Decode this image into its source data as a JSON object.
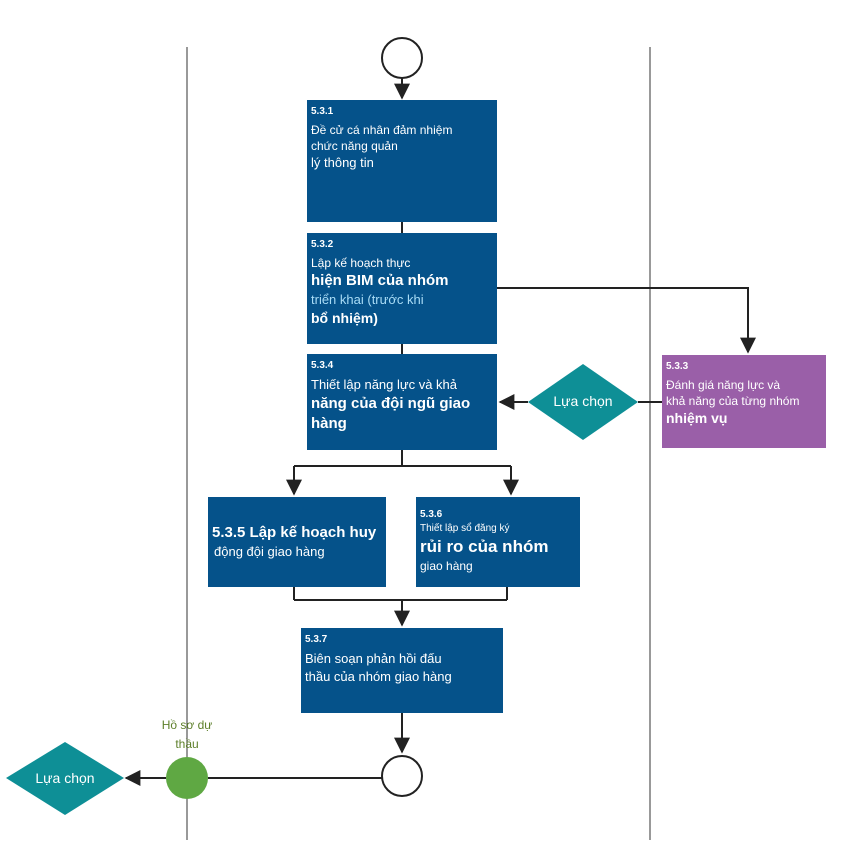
{
  "colors": {
    "process": "#05528a",
    "process_alt": "#9a5fa8",
    "decision": "#0e8f96",
    "document": "#5fa843",
    "line": "#222222"
  },
  "diagram": {
    "b531": {
      "code": "5.3.1",
      "lines": [
        "Đề cử cá nhân đảm nhiệm",
        "chức năng quản",
        "lý thông tin"
      ]
    },
    "b532": {
      "code": "5.3.2",
      "lines": [
        "Lập kế hoạch thực",
        "hiện BIM của nhóm",
        "triển khai (trước khi",
        "bổ nhiệm)"
      ]
    },
    "b533": {
      "code": "5.3.3",
      "lines": [
        "Đánh giá năng lực và",
        "khả năng của từng nhóm",
        "nhiệm vụ"
      ]
    },
    "b534": {
      "code": "5.3.4",
      "lines": [
        "Thiết lập năng lực và khả",
        "năng của đội ngũ giao",
        "hàng"
      ]
    },
    "b535": {
      "lines": [
        "5.3.5 Lập kế hoạch huy",
        "động đội giao hàng"
      ]
    },
    "b536": {
      "code": "5.3.6",
      "lines": [
        "Thiết lập sổ đăng ký",
        "rủi ro của nhóm",
        "giao hàng"
      ]
    },
    "b537": {
      "code": "5.3.7",
      "lines": [
        "Biên soạn phản hồi đấu",
        "thầu của nhóm giao hàng"
      ]
    },
    "decision_right": {
      "label": "Lựa chọn"
    },
    "decision_left": {
      "label": "Lựa chọn"
    },
    "document_node": {
      "lines": [
        "Hồ sơ dự",
        "thầu"
      ]
    }
  }
}
